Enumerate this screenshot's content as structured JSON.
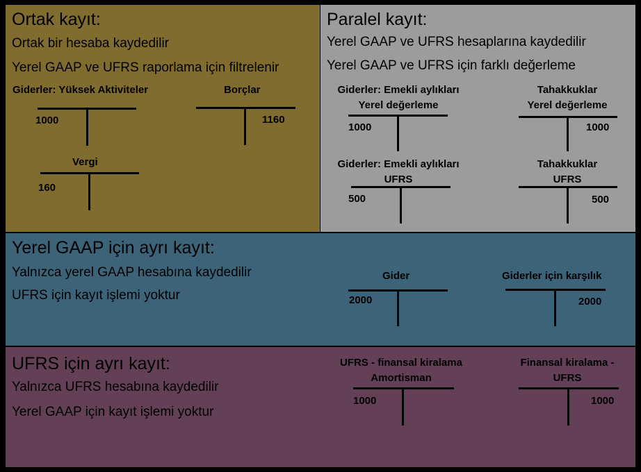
{
  "ortak": {
    "title": "Ortak kayıt:",
    "lines": [
      "Ortak bir hesaba kaydedilir",
      "Yerel GAAP ve UFRS raporlama için filtrelenir"
    ],
    "accounts": [
      {
        "title": "Giderler: Yüksek Aktiviteler",
        "value": "1000",
        "side": "debit"
      },
      {
        "title": "Borçlar",
        "value": "1160",
        "side": "credit"
      },
      {
        "title": "Vergi",
        "value": "160",
        "side": "debit"
      }
    ]
  },
  "paralel": {
    "title": "Paralel kayıt:",
    "lines": [
      "Yerel GAAP ve UFRS hesaplarına kaydedilir",
      "Yerel GAAP ve UFRS için farklı değerleme"
    ],
    "accounts": [
      {
        "title_1": "Giderler: Emekli aylıkları",
        "title_2": "Yerel değerleme",
        "value": "1000",
        "side": "debit"
      },
      {
        "title_1": "Tahakkuklar",
        "title_2": "Yerel değerleme",
        "value": "1000",
        "side": "credit"
      },
      {
        "title_1": "Giderler: Emekli aylıkları",
        "title_2": "UFRS",
        "value": "500",
        "side": "debit"
      },
      {
        "title_1": "Tahakkuklar",
        "title_2": "UFRS",
        "value": "500",
        "side": "credit"
      }
    ]
  },
  "yerel": {
    "title": "Yerel GAAP için ayrı kayıt:",
    "lines": [
      "Yalnızca yerel GAAP hesabına kaydedilir",
      "UFRS için kayıt işlemi yoktur"
    ],
    "accounts": [
      {
        "title": "Gider",
        "value": "2000",
        "side": "debit"
      },
      {
        "title": "Giderler için karşılık",
        "value": "2000",
        "side": "credit"
      }
    ]
  },
  "ufrs": {
    "title": "UFRS için ayrı kayıt:",
    "lines": [
      "Yalnızca UFRS hesabına kaydedilir",
      "Yerel GAAP için kayıt işlemi yoktur"
    ],
    "accounts": [
      {
        "title_1": "UFRS - finansal kiralama",
        "title_2": "Amortisman",
        "value": "1000",
        "side": "debit"
      },
      {
        "title_1": "Finansal kiralama -",
        "title_2": "UFRS",
        "value": "1000",
        "side": "credit"
      }
    ]
  },
  "colors": {
    "ortak_bg": "#806c2f",
    "paralel_bg": "#9c9c9c",
    "yerel_bg": "#3d6379",
    "ufrs_bg": "#633f58",
    "frame": "#000000"
  }
}
